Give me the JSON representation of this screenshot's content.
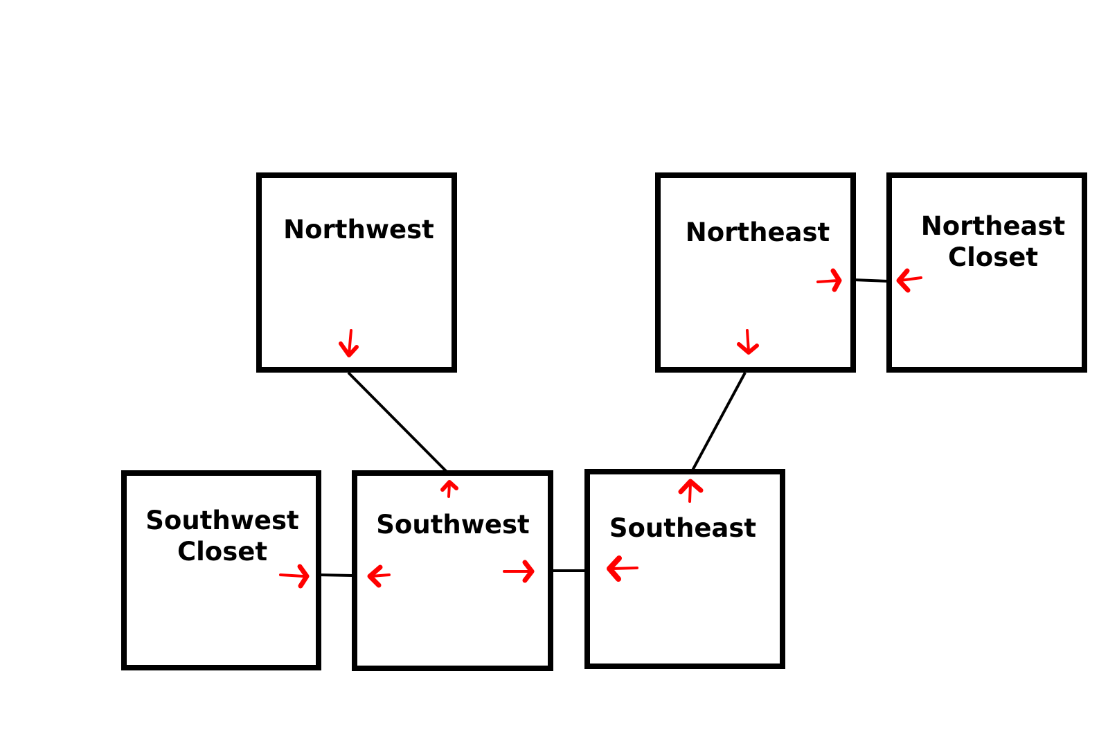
{
  "colors": {
    "room_border": "#000000",
    "connector": "#000000",
    "arrow": "#ff0000",
    "background": "#ffffff"
  },
  "rooms": {
    "northwest": {
      "label": "Northwest"
    },
    "northeast": {
      "label": "Northeast"
    },
    "northeast_closet": {
      "label_line1": "Northeast",
      "label_line2": "Closet"
    },
    "southwest_closet": {
      "label_line1": "Southwest",
      "label_line2": "Closet"
    },
    "southwest": {
      "label": "Southwest"
    },
    "southeast": {
      "label": "Southeast"
    }
  }
}
